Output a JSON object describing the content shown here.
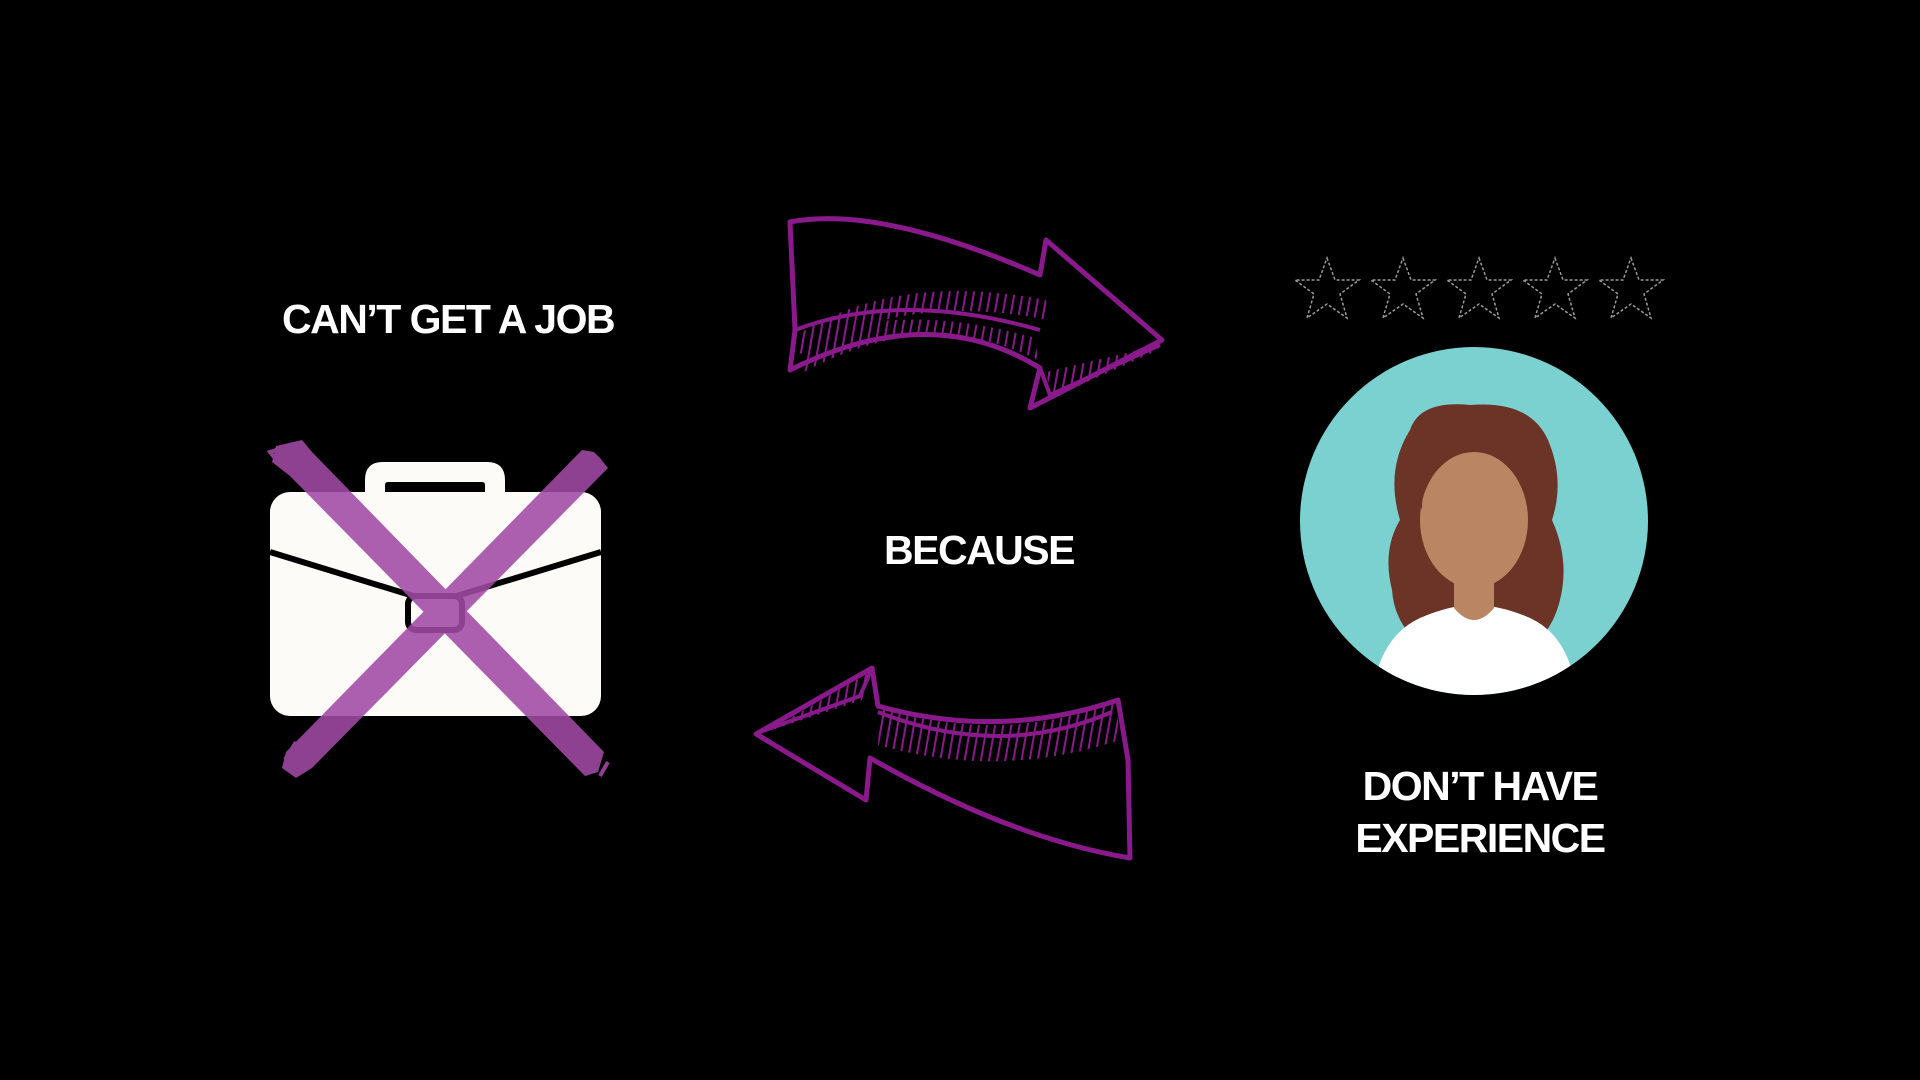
{
  "labels": {
    "job": "CAN’T GET A JOB",
    "because": "BECAUSE",
    "experience_line1": "DON’T HAVE",
    "experience_line2": "EXPERIENCE"
  },
  "icons": {
    "briefcase": "briefcase-icon",
    "cross": "cross-mark-icon",
    "arrow_top": "curved-arrow-right-icon",
    "arrow_bottom": "curved-arrow-left-icon",
    "avatar": "woman-avatar-icon",
    "stars": "star-icon"
  },
  "rating": {
    "filled": 0,
    "total": 5
  },
  "colors": {
    "background": "#000000",
    "accent": "#8a1a8c",
    "cross": "#a24aa6",
    "briefcase": "#fdfbf7",
    "avatar_bg": "#7bd1d0",
    "hair": "#6b3426",
    "skin": "#b98563",
    "text": "#ffffff"
  }
}
